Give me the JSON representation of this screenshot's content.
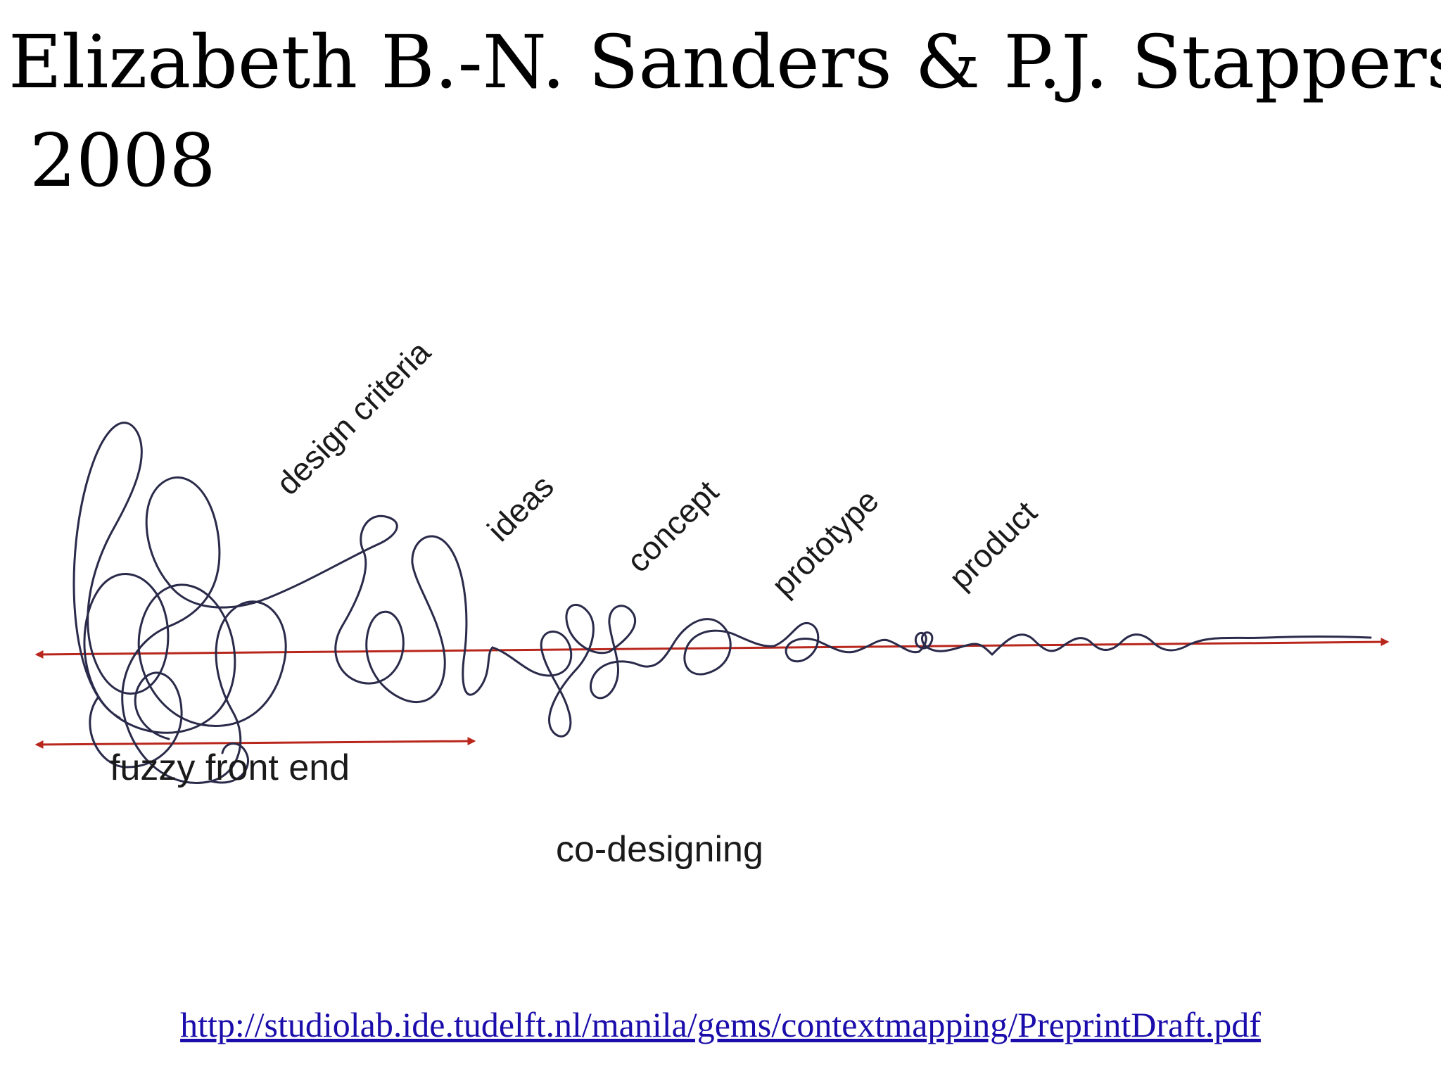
{
  "slide": {
    "title_line1": "Elizabeth B.-N. Sanders & P.J. Stappers,",
    "title_line2": "2008",
    "source_url": "http://studiolab.ide.tudelft.nl/manila/gems/contextmapping/PreprintDraft.pdf"
  },
  "diagram": {
    "labels": {
      "design_criteria": "design criteria",
      "ideas": "ideas",
      "concept": "concept",
      "prototype": "prototype",
      "product": "product",
      "fuzzy_front_end": "fuzzy front end",
      "co_designing": "co-designing"
    },
    "colors": {
      "scribble": "#2a2a4a",
      "arrows": "#b8261c",
      "label_text": "#1a1a1a"
    }
  }
}
